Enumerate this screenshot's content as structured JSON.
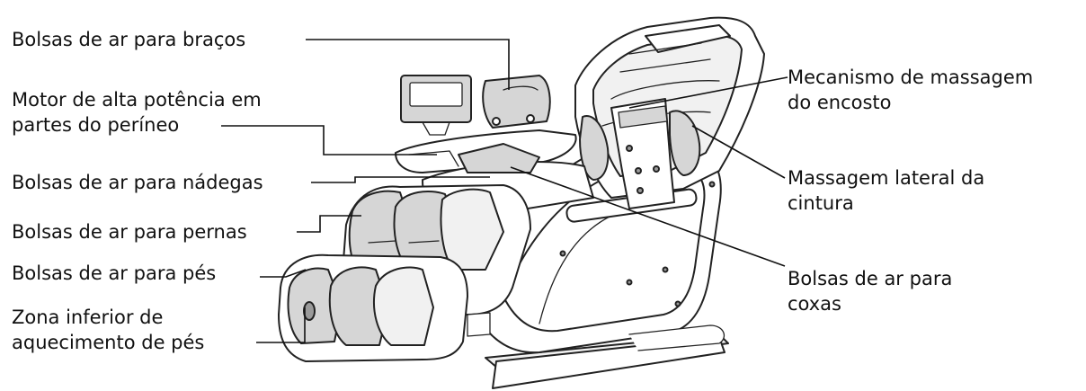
{
  "labels": {
    "arms": "Bolsas de ar para braços",
    "motor_line1": "Motor de alta potência em",
    "motor_line2": "partes do períneo",
    "buttocks": "Bolsas de ar para nádegas",
    "legs": "Bolsas de ar para pernas",
    "feet": "Bolsas de ar para pés",
    "heating_line1": "Zona inferior de",
    "heating_line2": "aquecimento de pés",
    "mechanism_line1": "Mecanismo de massagem",
    "mechanism_line2": "do encosto",
    "waist_line1": "Massagem lateral da",
    "waist_line2": "cintura",
    "thighs_line1": "Bolsas de ar para",
    "thighs_line2": "coxas"
  }
}
